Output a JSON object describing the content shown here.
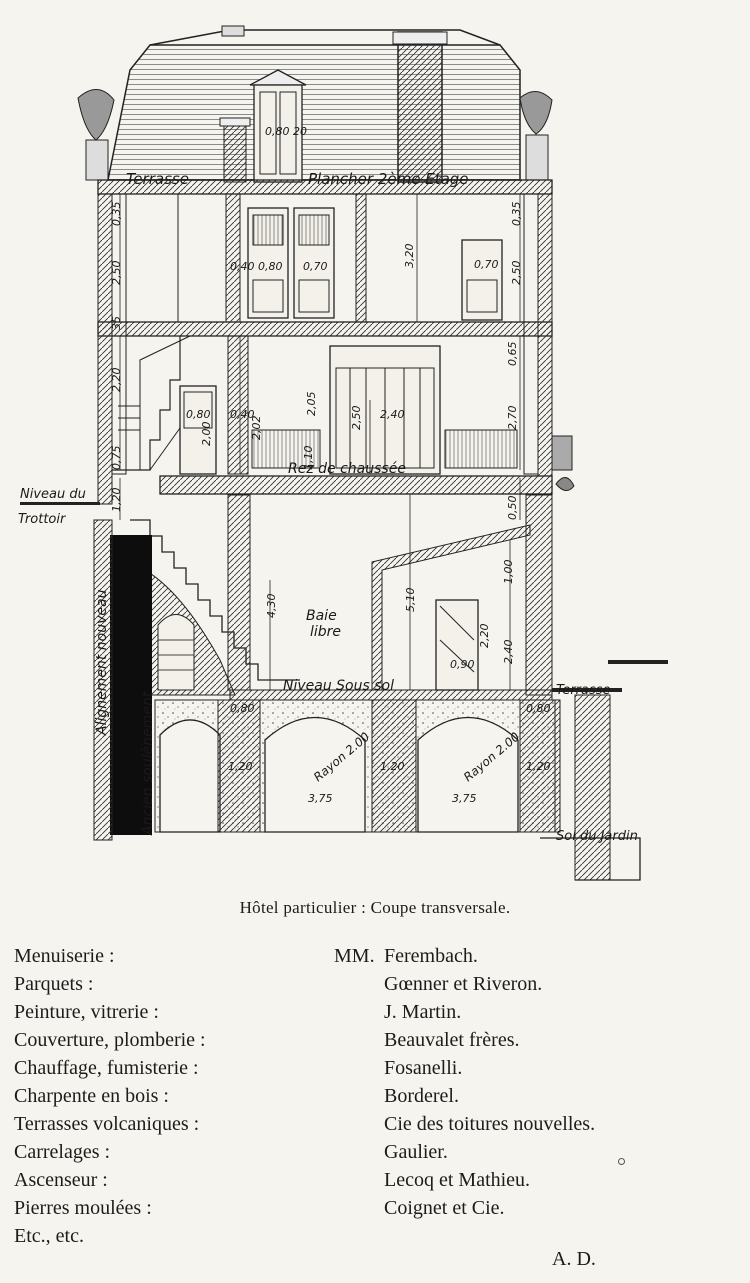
{
  "figure": {
    "labels": {
      "terrasse_top": "Terrasse",
      "plancher": "Plancher 2ème Etage",
      "rez": "Rez de chaussée",
      "niveau_du": "Niveau du",
      "trottoir": "Trottoir",
      "baie": "Baie",
      "libre": "libre",
      "sous_sol": "Niveau Sous sol",
      "terrasse_right": "Terrasse",
      "alignement": "Alignement nouveau",
      "ancien": "Ancien soulènement",
      "rayon1": "Rayon 2.00",
      "rayon2": "Rayon 2.00",
      "sol_jardin": "Sol du Jardin"
    },
    "dims": {
      "d_080_20": "0,80 20",
      "d_035a": "0,35",
      "d_035b": "0,35",
      "d_250a": "2,50",
      "d_250b": "2,50",
      "d_35": "35",
      "d_040a": "0,40",
      "d_080a": "0,80",
      "d_070a": "0,70",
      "d_320": "3,20",
      "d_070b": "0,70",
      "d_065": "0,65",
      "d_220a": "2,20",
      "d_080b": "0,80",
      "d_200": "2,00",
      "d_040b": "0,40",
      "d_202": "2,02",
      "d_205": "2,05",
      "d_250c": "2,50",
      "d_240": "2,40",
      "d_270": "2,70",
      "d_075": "0,75",
      "d_110": "1,10",
      "d_120a": "1,20",
      "d_050": "0,50",
      "d_430": "4,30",
      "d_510": "5,10",
      "d_100": "1,00",
      "d_220b": "2,20",
      "d_240b": "2,40",
      "d_090": "0,90",
      "d_080c": "0,80",
      "d_080d": "0,80",
      "d_120b": "1,20",
      "d_120c": "1,20",
      "d_120d": "1,20",
      "d_375a": "3,75",
      "d_375b": "3,75"
    }
  },
  "caption": "Hôtel particulier : Coupe transversale.",
  "credits": {
    "prefix": "MM.",
    "rows": [
      {
        "trade": "Menuiserie :",
        "firm": "Ferembach."
      },
      {
        "trade": "Parquets :",
        "firm": "Gœnner et Riveron."
      },
      {
        "trade": "Peinture, vitrerie :",
        "firm": "J. Martin."
      },
      {
        "trade": "Couverture, plomberie :",
        "firm": "Beauvalet frères."
      },
      {
        "trade": "Chauffage, fumisterie :",
        "firm": "Fosanelli."
      },
      {
        "trade": "Charpente en bois :",
        "firm": "Borderel."
      },
      {
        "trade": "Terrasses volcaniques :",
        "firm": "Cie des toitures nouvelles."
      },
      {
        "trade": "Carrelages :",
        "firm": "Gaulier."
      },
      {
        "trade": "Ascenseur :",
        "firm": "Lecoq et Mathieu."
      },
      {
        "trade": "Pierres moulées :",
        "firm": "Coignet et Cie."
      },
      {
        "trade": "Etc., etc.",
        "firm": ""
      }
    ]
  },
  "signature": "A. D."
}
